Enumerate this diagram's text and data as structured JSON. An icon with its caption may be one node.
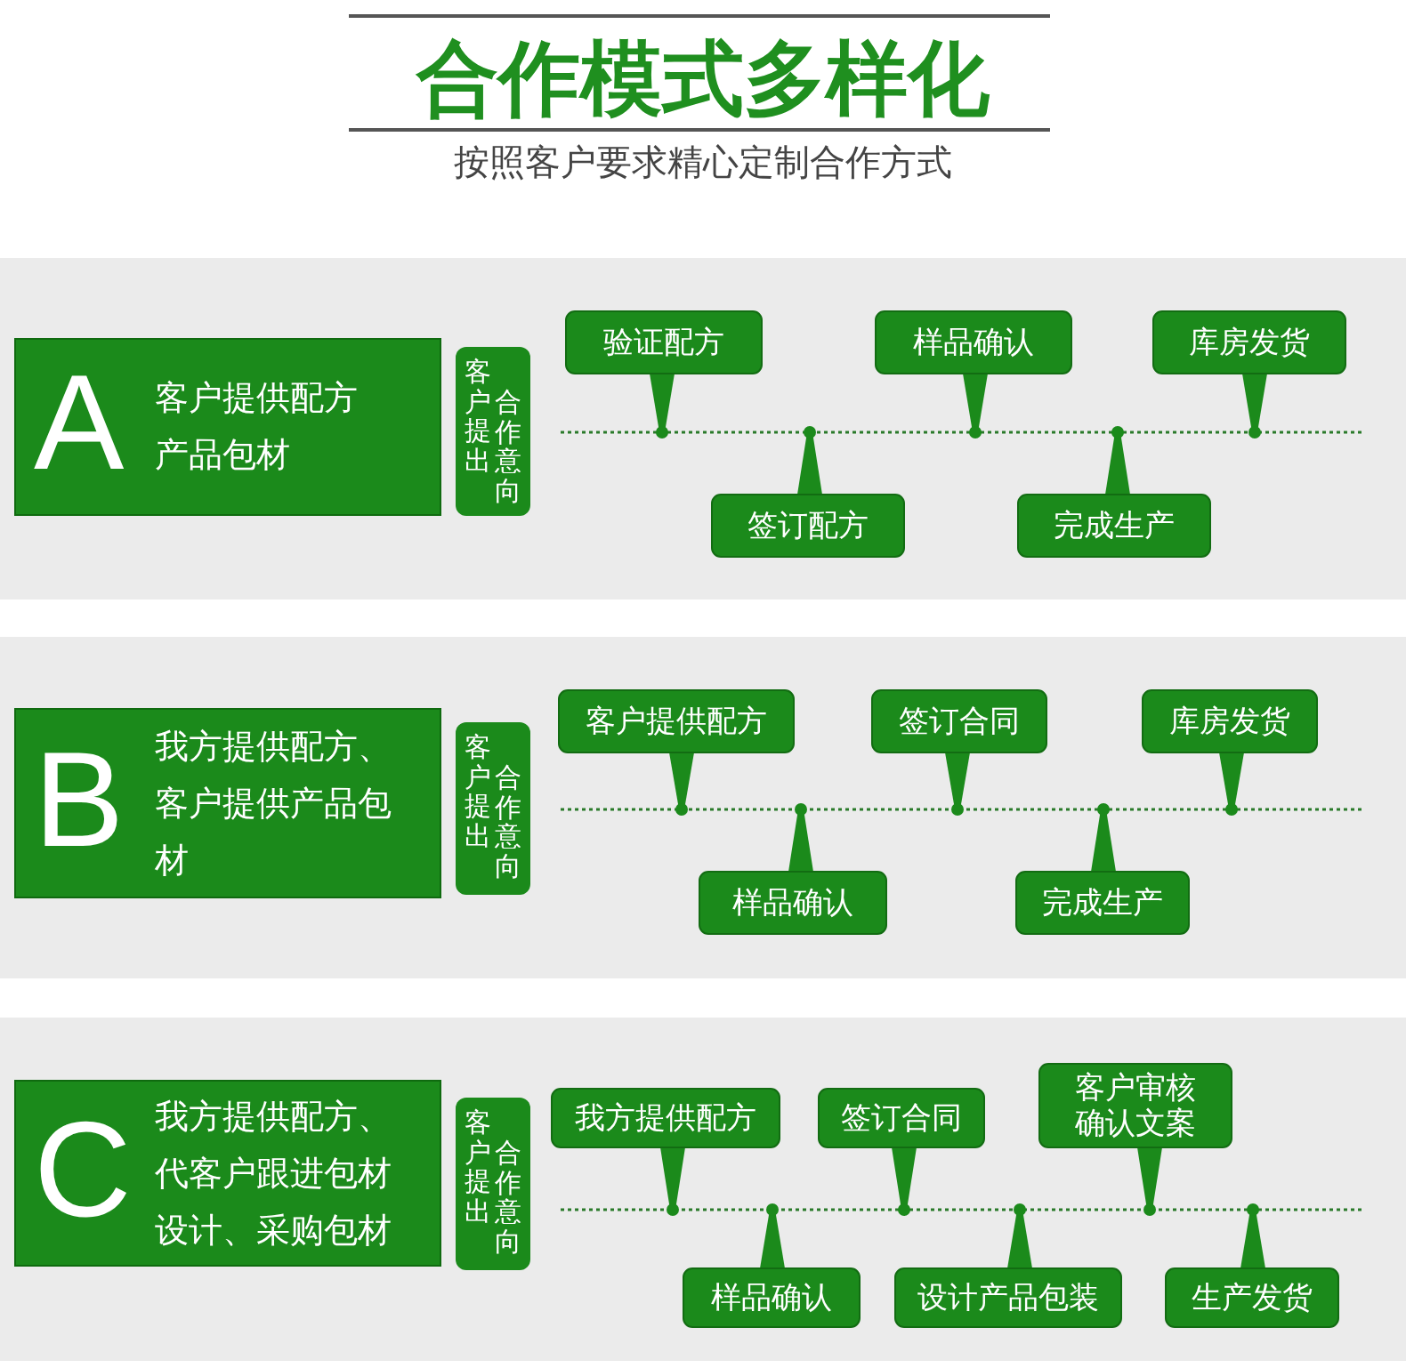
{
  "diagram": {
    "title": "合作模式多样化",
    "nodes": [
      {
        "text": [],
        "shape": "band"
      },
      {
        "text": [
          "A",
          "客户提供配方产品包材"
        ],
        "in": 0
      },
      {
        "text": [
          "客户提出",
          "合作意向"
        ],
        "in": 0
      },
      {
        "text": [
          "验证配方"
        ],
        "in": 0
      },
      {
        "text": [
          "签订配方"
        ],
        "in": 0
      },
      {
        "text": [
          "样品确认"
        ],
        "in": 0
      },
      {
        "text": [
          "完成生产"
        ],
        "in": 0
      },
      {
        "text": [
          "库房发货"
        ],
        "in": 0
      },
      {
        "text": [],
        "shape": "band"
      },
      {
        "text": [
          "B",
          "我方提供配方、客户提供产品包材"
        ],
        "in": 8
      },
      {
        "text": [
          "客户提出",
          "合作意向"
        ],
        "in": 8
      },
      {
        "text": [
          "客户提供配方"
        ],
        "in": 8
      },
      {
        "text": [
          "样品确认"
        ],
        "in": 8
      },
      {
        "text": [
          "签订合同"
        ],
        "in": 8
      },
      {
        "text": [
          "完成生产"
        ],
        "in": 8
      },
      {
        "text": [
          "库房发货"
        ],
        "in": 8
      },
      {
        "text": [],
        "shape": "band"
      },
      {
        "text": [
          "C",
          "我方提供配方、代客户跟进包材设计、采购包材"
        ],
        "in": 16
      },
      {
        "text": [
          "客户提出",
          "合作意向"
        ],
        "in": 16
      },
      {
        "text": [
          "我方提供配方"
        ],
        "in": 16
      },
      {
        "text": [
          "样品确认"
        ],
        "in": 16
      },
      {
        "text": [
          "签订合同"
        ],
        "in": 16
      },
      {
        "text": [
          "设计产品包装"
        ],
        "in": 16
      },
      {
        "text": [
          "客户审核确认文案"
        ],
        "in": 16
      },
      {
        "text": [
          "生产发货"
        ],
        "in": 16
      }
    ],
    "labels": [
      "按照客户要求精心定制合作方式"
    ]
  }
}
